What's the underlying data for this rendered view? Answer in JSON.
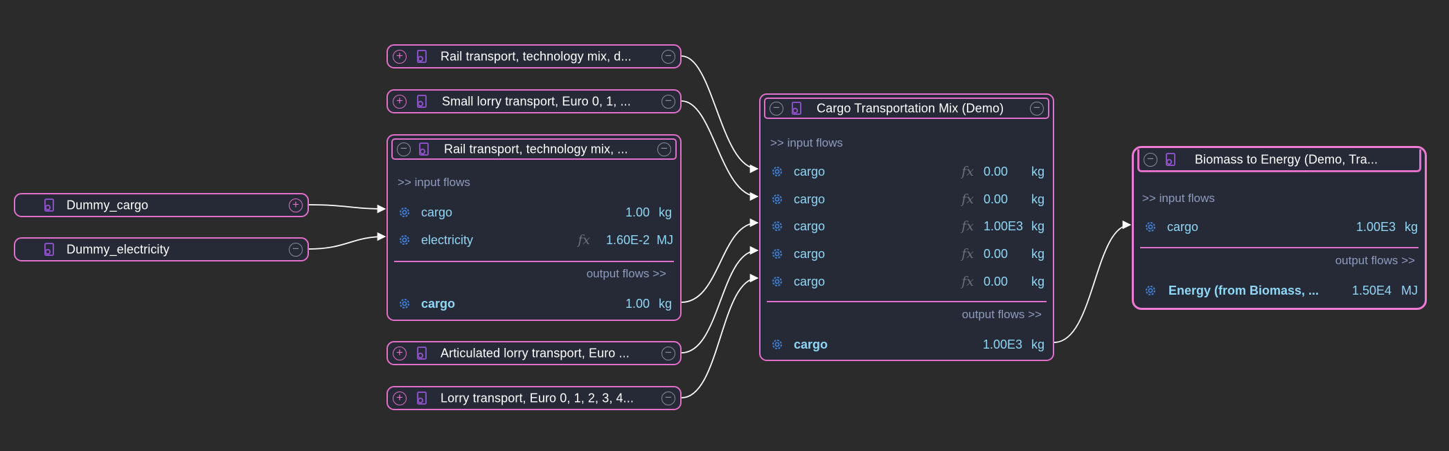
{
  "colors": {
    "background": "#2b2b2c",
    "node_fill": "#262a36",
    "node_border": "#e26fc9",
    "flow_text": "#8fd7f7",
    "section_text": "#8e9bbf",
    "icon": "#8a4fc4",
    "gear": "#3f7fd6"
  },
  "nodes": {
    "dummy_cargo": {
      "title": "Dummy_cargo",
      "toggle": "+"
    },
    "dummy_electricity": {
      "title": "Dummy_electricity",
      "toggle": "−"
    },
    "rail_1": {
      "title": "Rail transport, technology mix, d...",
      "expand": "+",
      "collapse": "−"
    },
    "small_lorry": {
      "title": "Small lorry transport, Euro 0, 1, ...",
      "expand": "+",
      "collapse": "−"
    },
    "rail_2": {
      "title": "Rail transport, technology mix, ...",
      "collapse_left": "−",
      "collapse_right": "−",
      "input_label": ">> input flows",
      "output_label": "output flows >>",
      "inputs": [
        {
          "name": "cargo",
          "amount": "1.00",
          "unit": "kg",
          "formula": false
        },
        {
          "name": "electricity",
          "amount": "1.60E-2",
          "unit": "MJ",
          "formula": true
        }
      ],
      "outputs": [
        {
          "name": "cargo",
          "amount": "1.00",
          "unit": "kg"
        }
      ]
    },
    "articulated": {
      "title": "Articulated lorry transport, Euro ...",
      "expand": "+",
      "collapse": "−"
    },
    "lorry": {
      "title": "Lorry transport, Euro 0, 1, 2, 3, 4...",
      "expand": "+",
      "collapse": "−"
    },
    "mix": {
      "title": "Cargo Transportation Mix (Demo)",
      "collapse_left": "−",
      "collapse_right": "−",
      "input_label": ">> input flows",
      "output_label": "output flows >>",
      "inputs": [
        {
          "name": "cargo",
          "amount": "0.00",
          "unit": "kg",
          "formula": true
        },
        {
          "name": "cargo",
          "amount": "0.00",
          "unit": "kg",
          "formula": true
        },
        {
          "name": "cargo",
          "amount": "1.00E3",
          "unit": "kg",
          "formula": true
        },
        {
          "name": "cargo",
          "amount": "0.00",
          "unit": "kg",
          "formula": true
        },
        {
          "name": "cargo",
          "amount": "0.00",
          "unit": "kg",
          "formula": true
        }
      ],
      "outputs": [
        {
          "name": "cargo",
          "amount": "1.00E3",
          "unit": "kg"
        }
      ]
    },
    "biomass": {
      "title": "Biomass to Energy (Demo, Tra...",
      "collapse_left": "−",
      "input_label": ">> input flows",
      "output_label": "output flows >>",
      "inputs": [
        {
          "name": "cargo",
          "amount": "1.00E3",
          "unit": "kg"
        }
      ],
      "outputs": [
        {
          "name": "Energy (from Biomass, ...",
          "amount": "1.50E4",
          "unit": "MJ"
        }
      ]
    }
  },
  "fx_symbol": "fx"
}
